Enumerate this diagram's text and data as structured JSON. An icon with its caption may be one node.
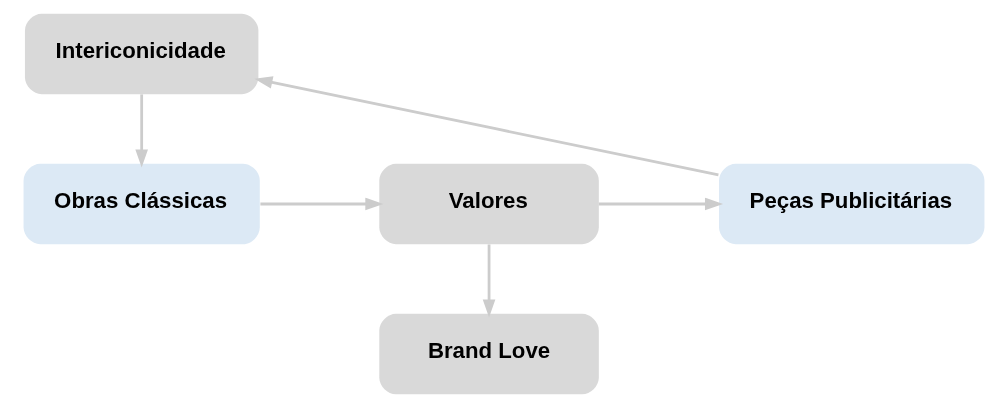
{
  "diagram": {
    "nodes": [
      {
        "text": [
          "Intericonicidade"
        ]
      },
      {
        "text": [
          "Obras Clássicas"
        ]
      },
      {
        "text": [
          "Valores"
        ]
      },
      {
        "text": [
          "Peças Publicitárias"
        ]
      },
      {
        "text": [
          "Brand Love"
        ]
      }
    ],
    "edges": [
      {
        "from": 0,
        "to": 1,
        "arrow": "to"
      },
      {
        "from": 1,
        "to": 2,
        "arrow": "to"
      },
      {
        "from": 2,
        "to": 3,
        "arrow": "to"
      },
      {
        "from": 3,
        "to": 0,
        "arrow": "to"
      },
      {
        "from": 2,
        "to": 4,
        "arrow": "to"
      }
    ]
  }
}
